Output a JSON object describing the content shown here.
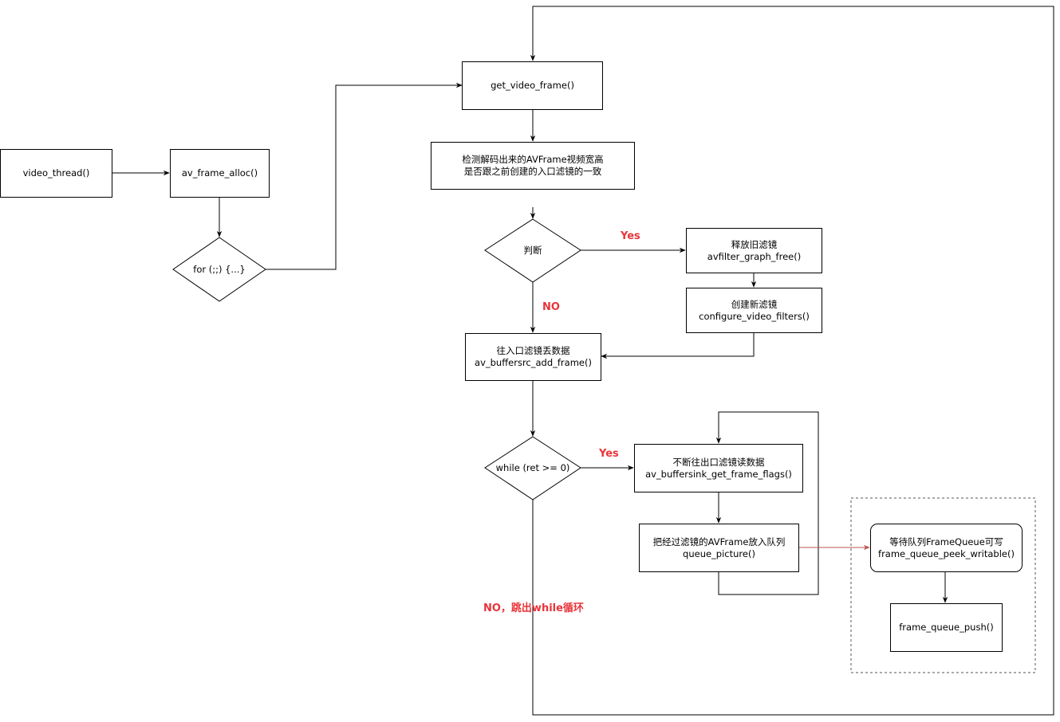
{
  "nodes": {
    "video_thread": "video_thread()",
    "av_frame_alloc": "av_frame_alloc()",
    "for_loop": "for (;;) {...}",
    "get_video_frame": "get_video_frame()",
    "check_frame": {
      "line1": "检测解码出来的AVFrame视频宽高",
      "line2": "是否跟之前创建的入口滤镜的一致"
    },
    "judge": "判断",
    "free_graph": {
      "line1": "释放旧滤镜",
      "line2": "avfilter_graph_free()"
    },
    "create_filter": {
      "line1": "创建新滤镜",
      "line2": "configure_video_filters()"
    },
    "add_frame": {
      "line1": "往入口滤镜丢数据",
      "line2": "av_buffersrc_add_frame()"
    },
    "while_loop": "while (ret  >= 0)",
    "get_frame_flags": {
      "line1": "不断往出口滤镜读数据",
      "line2": "av_buffersink_get_frame_flags()"
    },
    "queue_picture": {
      "line1": "把经过滤镜的AVFrame放入队列",
      "line2": "queue_picture()"
    },
    "peek_writable": {
      "line1": "等待队列FrameQueue可写",
      "line2": "frame_queue_peek_writable()"
    },
    "queue_push": "frame_queue_push()"
  },
  "edge_labels": {
    "judge_yes": "Yes",
    "judge_no": "NO",
    "while_yes": "Yes",
    "while_no": "NO，跳出while循环"
  },
  "colors": {
    "label": "#e8343a",
    "line": "#000000",
    "accent_arrow": "#b85450",
    "group_border": "#555555"
  }
}
